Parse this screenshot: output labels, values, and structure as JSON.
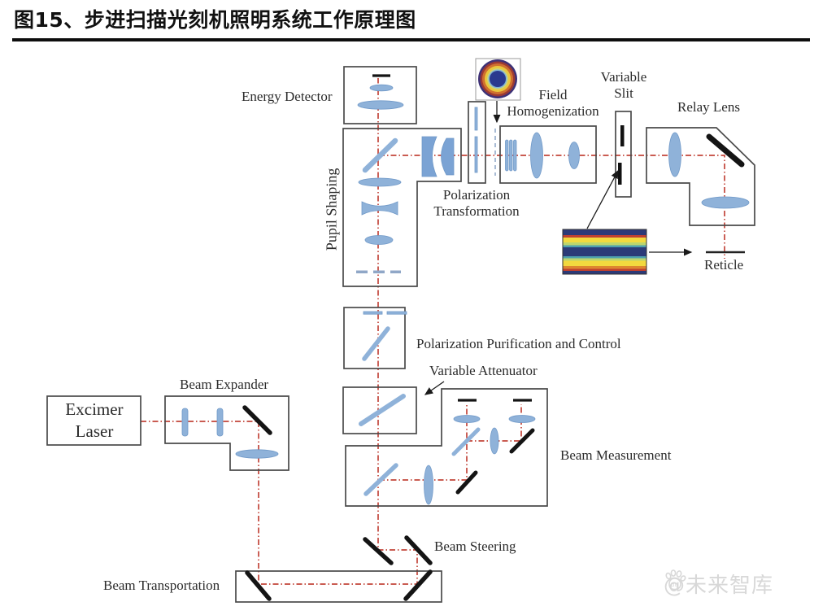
{
  "title": "图15、步进扫描光刻机照明系统工作原理图",
  "watermark": {
    "handle": "@未来智库",
    "icon_text": "du"
  },
  "labels": {
    "energy_detector": "Energy Detector",
    "pupil_shaping": "Pupil Shaping",
    "polarization_transformation": "Polarization Transformation",
    "field_homogenization": "Field Homogenization",
    "variable_slit": "Variable Slit",
    "relay_lens": "Relay Lens",
    "reticle": "Reticle",
    "polarization_purification": "Polarization Purification and Control",
    "variable_attenuator": "Variable Attenuator",
    "beam_measurement": "Beam Measurement",
    "excimer_laser": "Excimer Laser",
    "beam_expander": "Beam Expander",
    "beam_steering": "Beam Steering",
    "beam_transportation": "Beam Transportation"
  },
  "colors": {
    "beam_red": "#c2453a",
    "lens_blue": "#8fb2d9",
    "mirror_black": "#141414",
    "box_stroke": "#4a4a4a",
    "stripe_navy": "#2c3a78",
    "stripe_yellow": "#f2d93f",
    "watermark_gray": "#d8d8d8"
  }
}
